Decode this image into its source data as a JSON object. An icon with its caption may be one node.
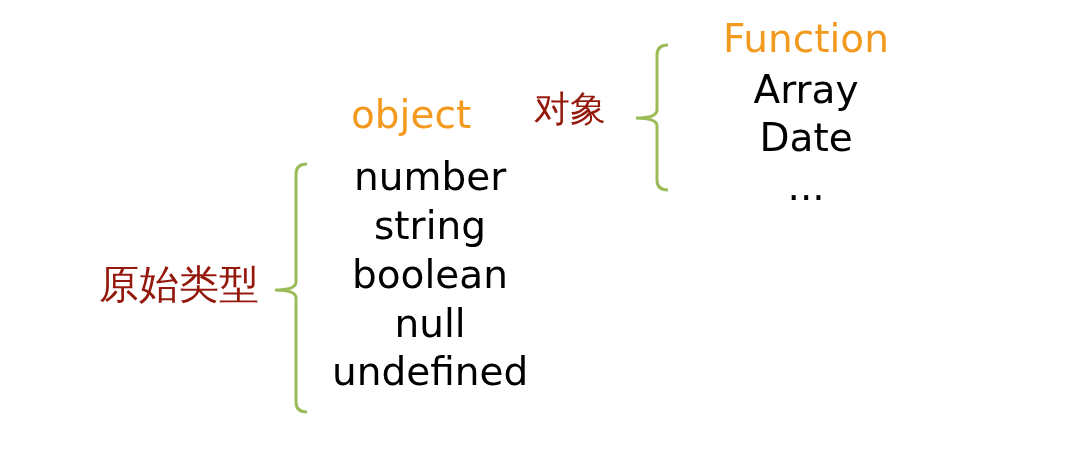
{
  "diagram": {
    "labels": [
      "Function",
      "对象",
      "Array",
      "Date",
      "...",
      "object",
      "原始类型",
      "number",
      "string",
      "boolean",
      "null",
      "undefined"
    ]
  }
}
